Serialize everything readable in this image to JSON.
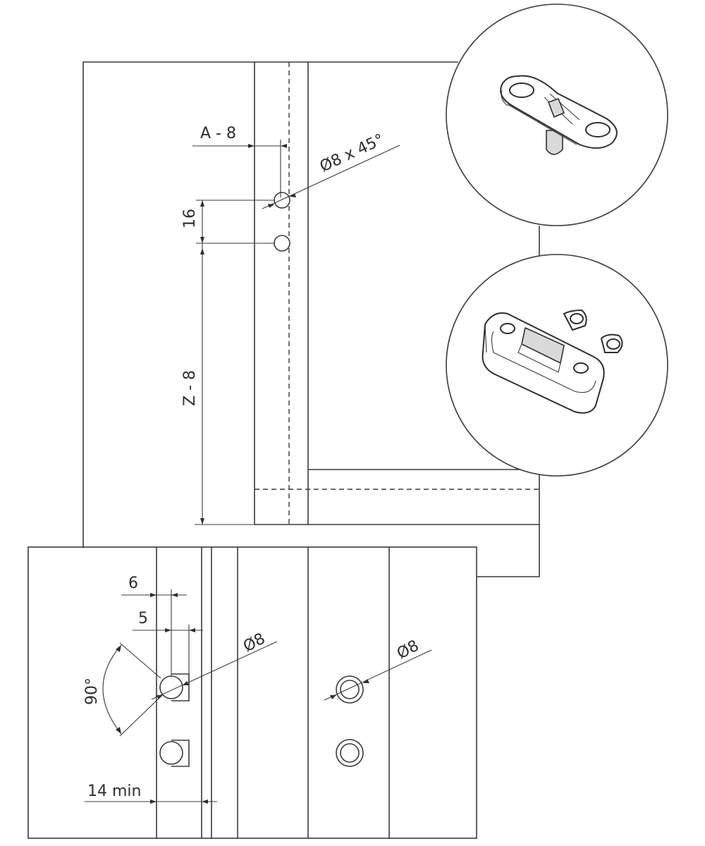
{
  "top_view": {
    "dim_a": "A - 8",
    "dim_hole": "Ø8 x 45°",
    "dim_spacing": "16",
    "dim_z": "Z - 8"
  },
  "bottom_view": {
    "dim_6": "6",
    "dim_5": "5",
    "dim_hole_left": "Ø8",
    "dim_angle": "90°",
    "dim_min": "14 min",
    "dim_hole_right": "Ø8"
  },
  "detail_views": [
    {
      "name": "connector-top-view-illustration"
    },
    {
      "name": "connector-perspective-illustration"
    }
  ]
}
